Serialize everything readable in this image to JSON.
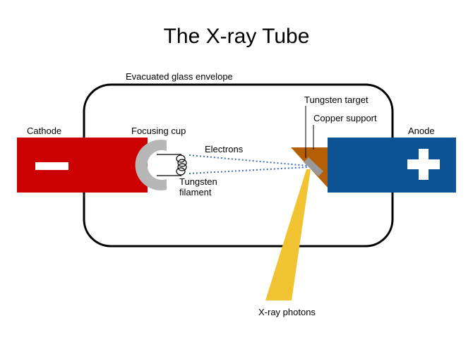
{
  "title": "The X-ray Tube",
  "labels": {
    "envelope": "Evacuated glass envelope",
    "cathode": "Cathode",
    "focusing_cup": "Focusing cup",
    "electrons": "Electrons",
    "filament_line1": "Tungsten",
    "filament_line2": "filament",
    "tungsten_target": "Tungsten target",
    "copper_support": "Copper support",
    "anode": "Anode",
    "xray_photons": "X-ray photons"
  },
  "colors": {
    "cathode": "#cc0000",
    "anode": "#0b5394",
    "focusing_cup": "#b7b7b7",
    "copper_support": "#b45f06",
    "tungsten_target": "#999999",
    "xray_beam": "#f1c232",
    "electron_beam": "#3d6fb6",
    "envelope_stroke": "#000000"
  },
  "icons": {
    "cathode_symbol": "minus-icon",
    "anode_symbol": "plus-icon"
  }
}
